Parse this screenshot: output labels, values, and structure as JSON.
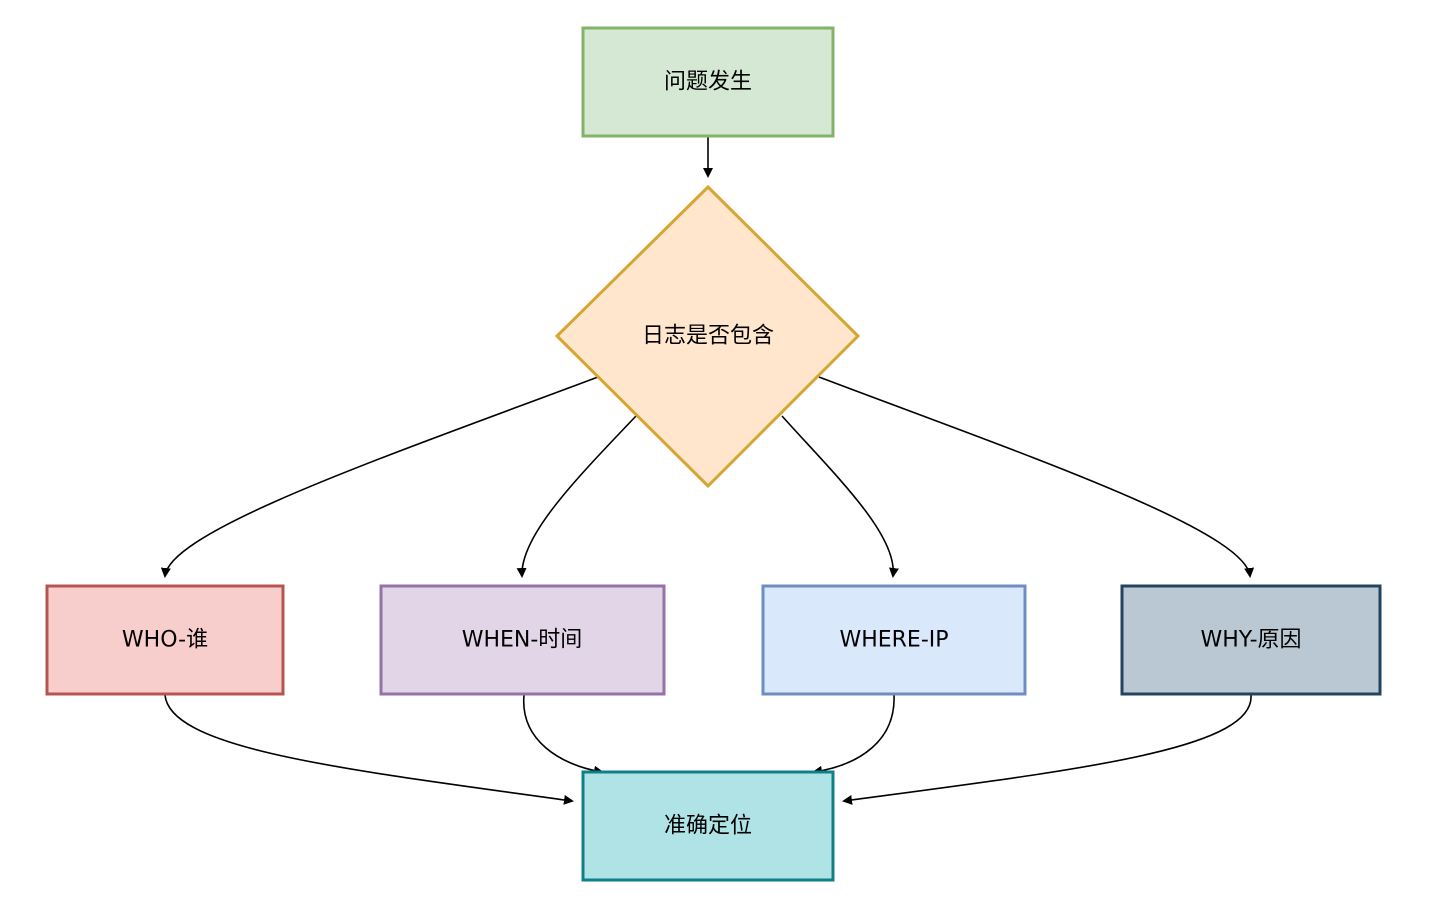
{
  "diagram": {
    "nodes": {
      "start": {
        "label": "问题发生",
        "fill": "#d5e8d4",
        "stroke": "#82b366"
      },
      "decision": {
        "label": "日志是否包含",
        "fill": "#ffe6cc",
        "stroke": "#d6a533"
      },
      "who": {
        "label": "WHO-谁",
        "fill": "#f8cecc",
        "stroke": "#b85450"
      },
      "when": {
        "label": "WHEN-时间",
        "fill": "#e1d5e7",
        "stroke": "#9673a6"
      },
      "where": {
        "label": "WHERE-IP",
        "fill": "#dae8fc",
        "stroke": "#6c8ebf"
      },
      "why": {
        "label": "WHY-原因",
        "fill": "#bac8d3",
        "stroke": "#23445d"
      },
      "result": {
        "label": "准确定位",
        "fill": "#b0e3e6",
        "stroke": "#0e8088"
      }
    },
    "edge_color": "#000000"
  }
}
